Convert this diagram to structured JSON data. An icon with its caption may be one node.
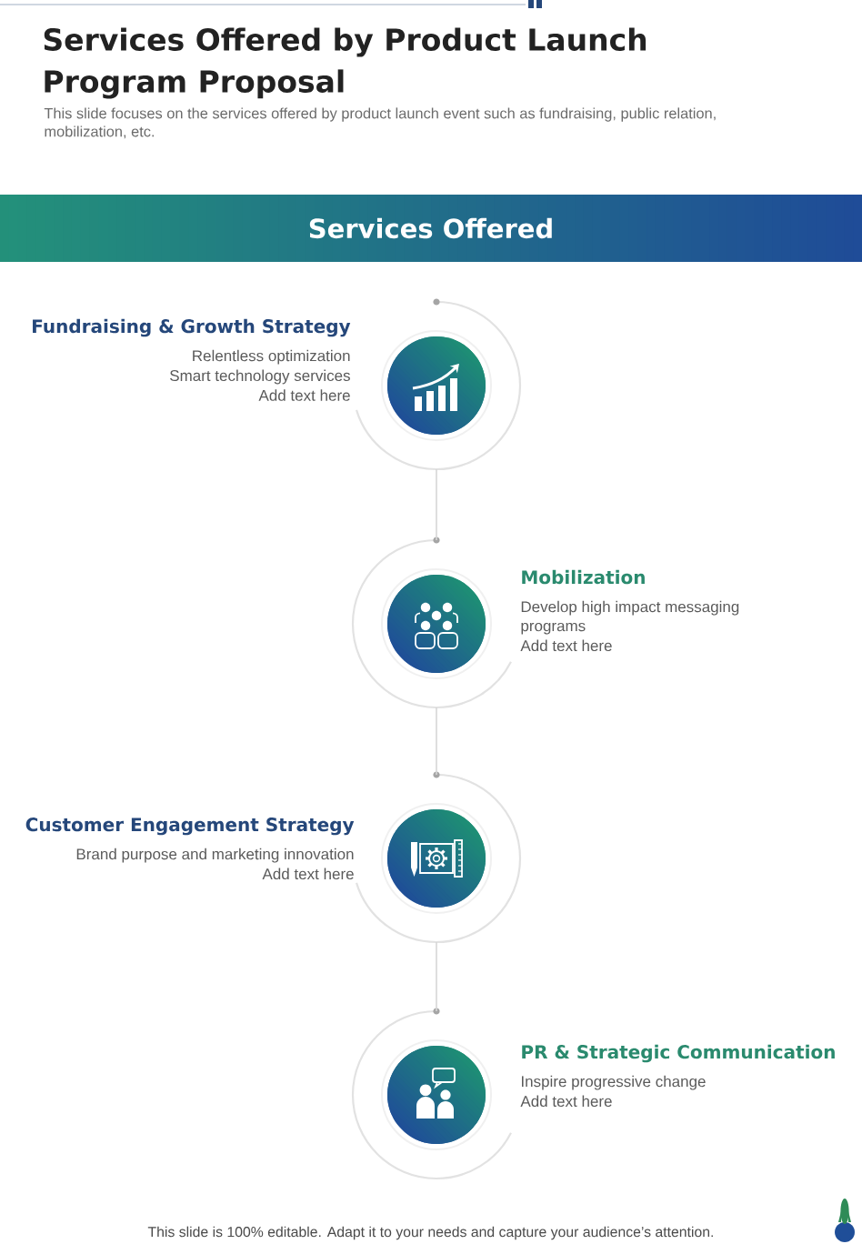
{
  "diagram": {
    "title": "Services Offered by Product Launch Program Proposal",
    "nodes": [
      {
        "text": [
          "Services Offered"
        ]
      },
      {
        "text": [
          "Fundraising & Growth Strategy",
          "Relentless optimization",
          "Smart technology services",
          "Add text here"
        ]
      },
      {
        "text": [
          "Mobilization",
          "Develop high impact messaging programs",
          "Add text here"
        ]
      },
      {
        "text": [
          "Customer Engagement Strategy",
          "Brand purpose and marketing innovation",
          "Add text here"
        ]
      },
      {
        "text": [
          "PR & Strategic Communication",
          "Inspire progressive change",
          "Add text here"
        ]
      }
    ],
    "edges": [
      {
        "from": 1,
        "to": 2,
        "arrow": "none"
      },
      {
        "from": 2,
        "to": 3,
        "arrow": "none"
      },
      {
        "from": 3,
        "to": 4,
        "arrow": "none"
      }
    ],
    "labels": [
      "This slide focuses on the services offered by product launch event such as fundraising, public relation, mobilization, etc.",
      "This slide is 100% editable. Adapt it to your needs and capture your audience’s attention."
    ]
  }
}
